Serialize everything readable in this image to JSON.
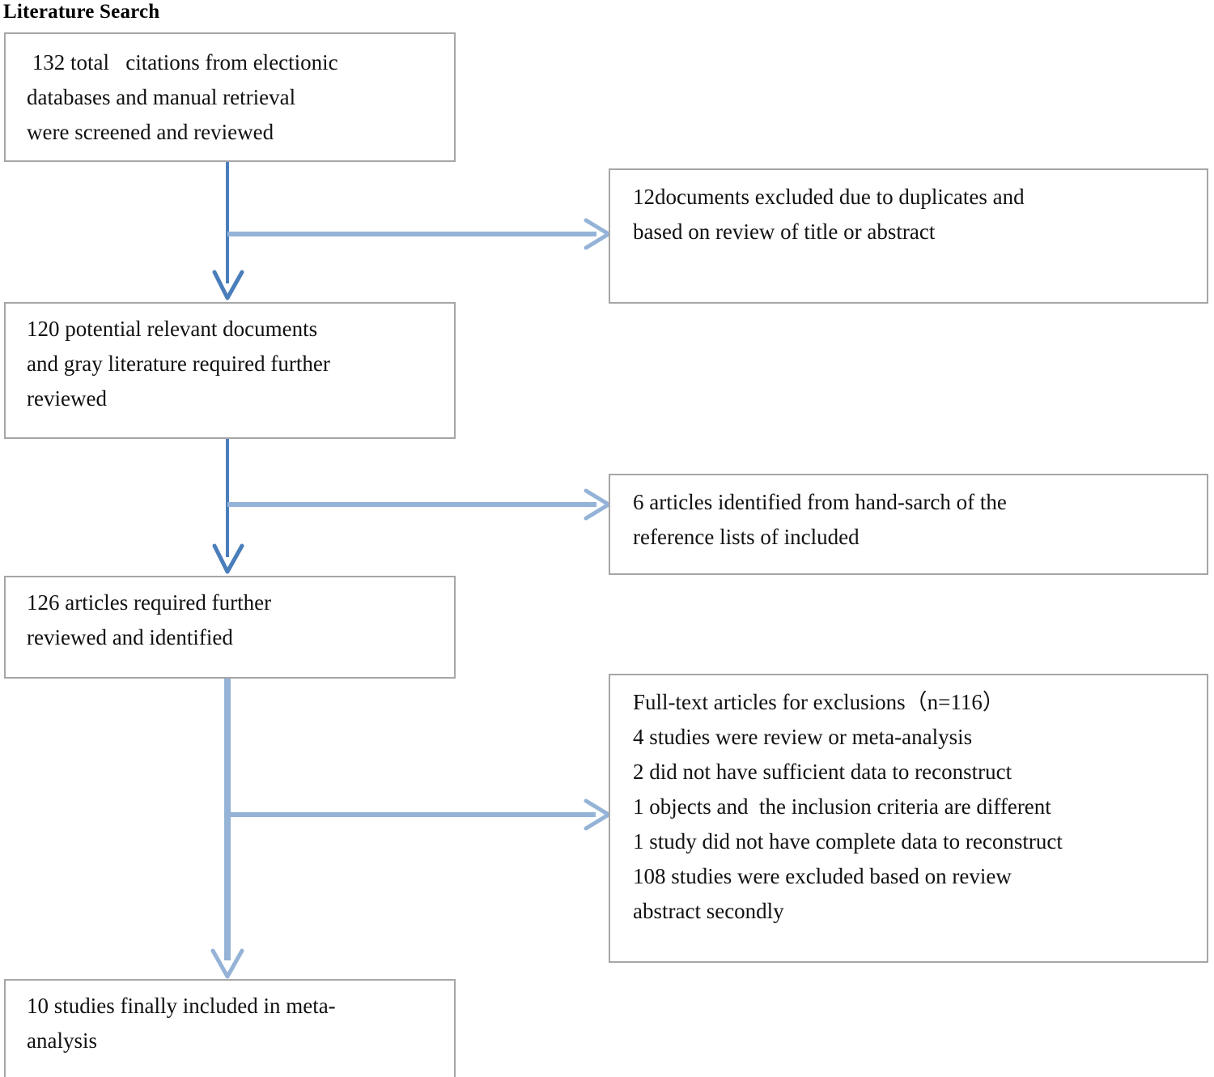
{
  "diagram": {
    "title": "Literature Search",
    "type": "prisma-flowchart",
    "colors": {
      "box_border": "#a6a6a6",
      "box_fill": "#ffffff",
      "connector_dark": "#4a7ebb",
      "connector_light": "#95b3d7",
      "text": "#111111"
    },
    "nodes": [
      {
        "id": "citations",
        "side": "left",
        "lines": [
          " 132 total   citations from electionic",
          "databases and manual retrieval",
          "were screened and reviewed"
        ]
      },
      {
        "id": "duplicates",
        "side": "right",
        "lines": [
          "12documents excluded due to duplicates and",
          "based on review of title or abstract"
        ]
      },
      {
        "id": "potential",
        "side": "left",
        "lines": [
          "120 potential relevant documents",
          "and gray literature required further",
          "reviewed"
        ]
      },
      {
        "id": "handsearch",
        "side": "right",
        "lines": [
          "6 articles identified from hand-sarch of the",
          "reference lists of included"
        ]
      },
      {
        "id": "required",
        "side": "left",
        "lines": [
          "126 articles required further",
          "reviewed and identified"
        ]
      },
      {
        "id": "fulltext",
        "side": "right",
        "lines": [
          "Full-text articles for exclusions（n=116）",
          "4 studies were review or meta-analysis",
          "2 did not have sufficient data to reconstruct",
          "1 objects and  the inclusion criteria are different",
          "1 study did not have complete data to reconstruct",
          "108 studies were excluded based on review",
          "abstract secondly"
        ]
      },
      {
        "id": "included",
        "side": "left",
        "lines": [
          "10 studies finally included in meta-",
          "analysis"
        ]
      }
    ],
    "connectors": [
      {
        "id": "citations-to-potential",
        "kind": "vertical-arrow"
      },
      {
        "id": "citations-to-duplicates",
        "kind": "horizontal-arrow"
      },
      {
        "id": "potential-to-required",
        "kind": "vertical-arrow"
      },
      {
        "id": "potential-to-handsearch",
        "kind": "horizontal-arrow"
      },
      {
        "id": "required-to-included",
        "kind": "vertical-arrow"
      },
      {
        "id": "required-to-fulltext",
        "kind": "horizontal-arrow"
      }
    ]
  }
}
